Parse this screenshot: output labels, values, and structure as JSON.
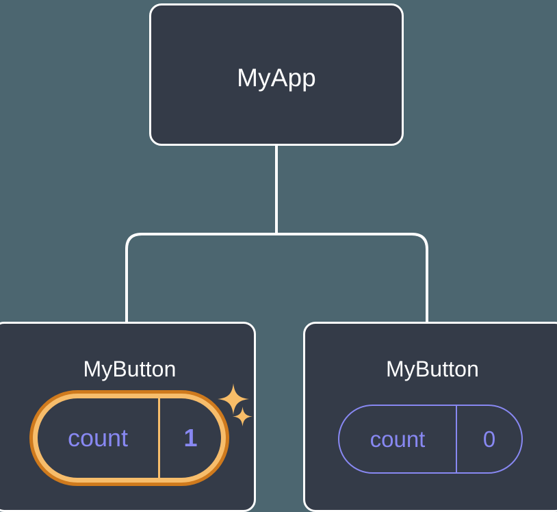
{
  "diagram": {
    "type": "component-tree",
    "background_color": "#4c6670",
    "node_fill_color": "#343b48",
    "node_border_color": "#ffffff",
    "connector_color": "#ffffff",
    "accent_highlight_color": "#f7bd6b",
    "accent_highlight_outer_color": "#cf7a1d",
    "state_text_color": "#8888f2"
  },
  "root": {
    "label": "MyApp"
  },
  "children": [
    {
      "label": "MyButton",
      "state": {
        "key": "count",
        "value": "1",
        "highlighted": "true"
      },
      "sparkles": [
        {
          "name": "sparkle-large"
        },
        {
          "name": "sparkle-small"
        }
      ]
    },
    {
      "label": "MyButton",
      "state": {
        "key": "count",
        "value": "0",
        "highlighted": "false"
      }
    }
  ]
}
